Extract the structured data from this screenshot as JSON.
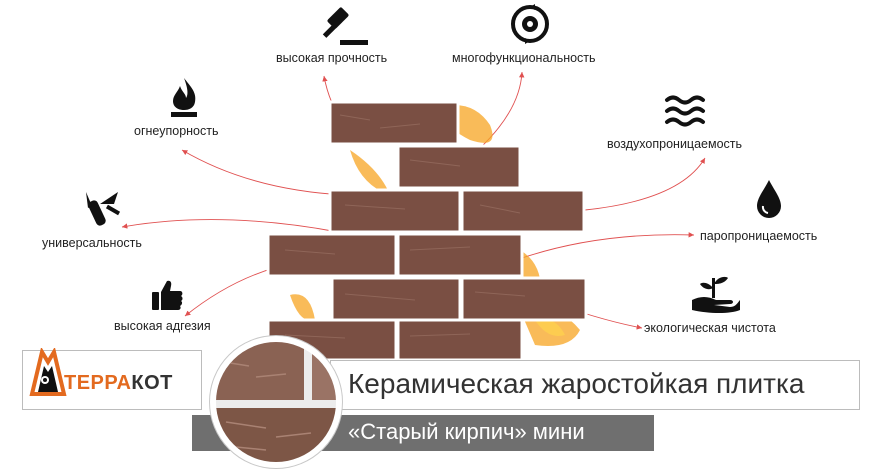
{
  "colors": {
    "accent": "#e36a1f",
    "brick": "#7a4f43",
    "arrow": "#e05050",
    "flame": "#f7a421",
    "subtitle_bg": "#6f6f6f"
  },
  "features": {
    "strength": {
      "label": "высокая прочность",
      "icon": "gavel-icon"
    },
    "multifunctional": {
      "label": "многофункциональность",
      "icon": "gear-cycle-icon"
    },
    "fireproof": {
      "label": "огнеупорность",
      "icon": "flame-icon"
    },
    "breathable": {
      "label": "воздухопроницаемость",
      "icon": "waves-icon"
    },
    "universal": {
      "label": "универсальность",
      "icon": "multitool-icon"
    },
    "vapor": {
      "label": "паропроницаемость",
      "icon": "drop-icon"
    },
    "adhesion": {
      "label": "высокая адгезия",
      "icon": "thumbs-up-icon"
    },
    "eco": {
      "label": "экологическая чистота",
      "icon": "plant-hand-icon"
    }
  },
  "logo": {
    "part1": "ТЕРРА",
    "part2": "КОТ"
  },
  "product": {
    "title": "Керамическая жаростойкая плитка",
    "subtitle": "«Старый кирпич»  мини"
  }
}
